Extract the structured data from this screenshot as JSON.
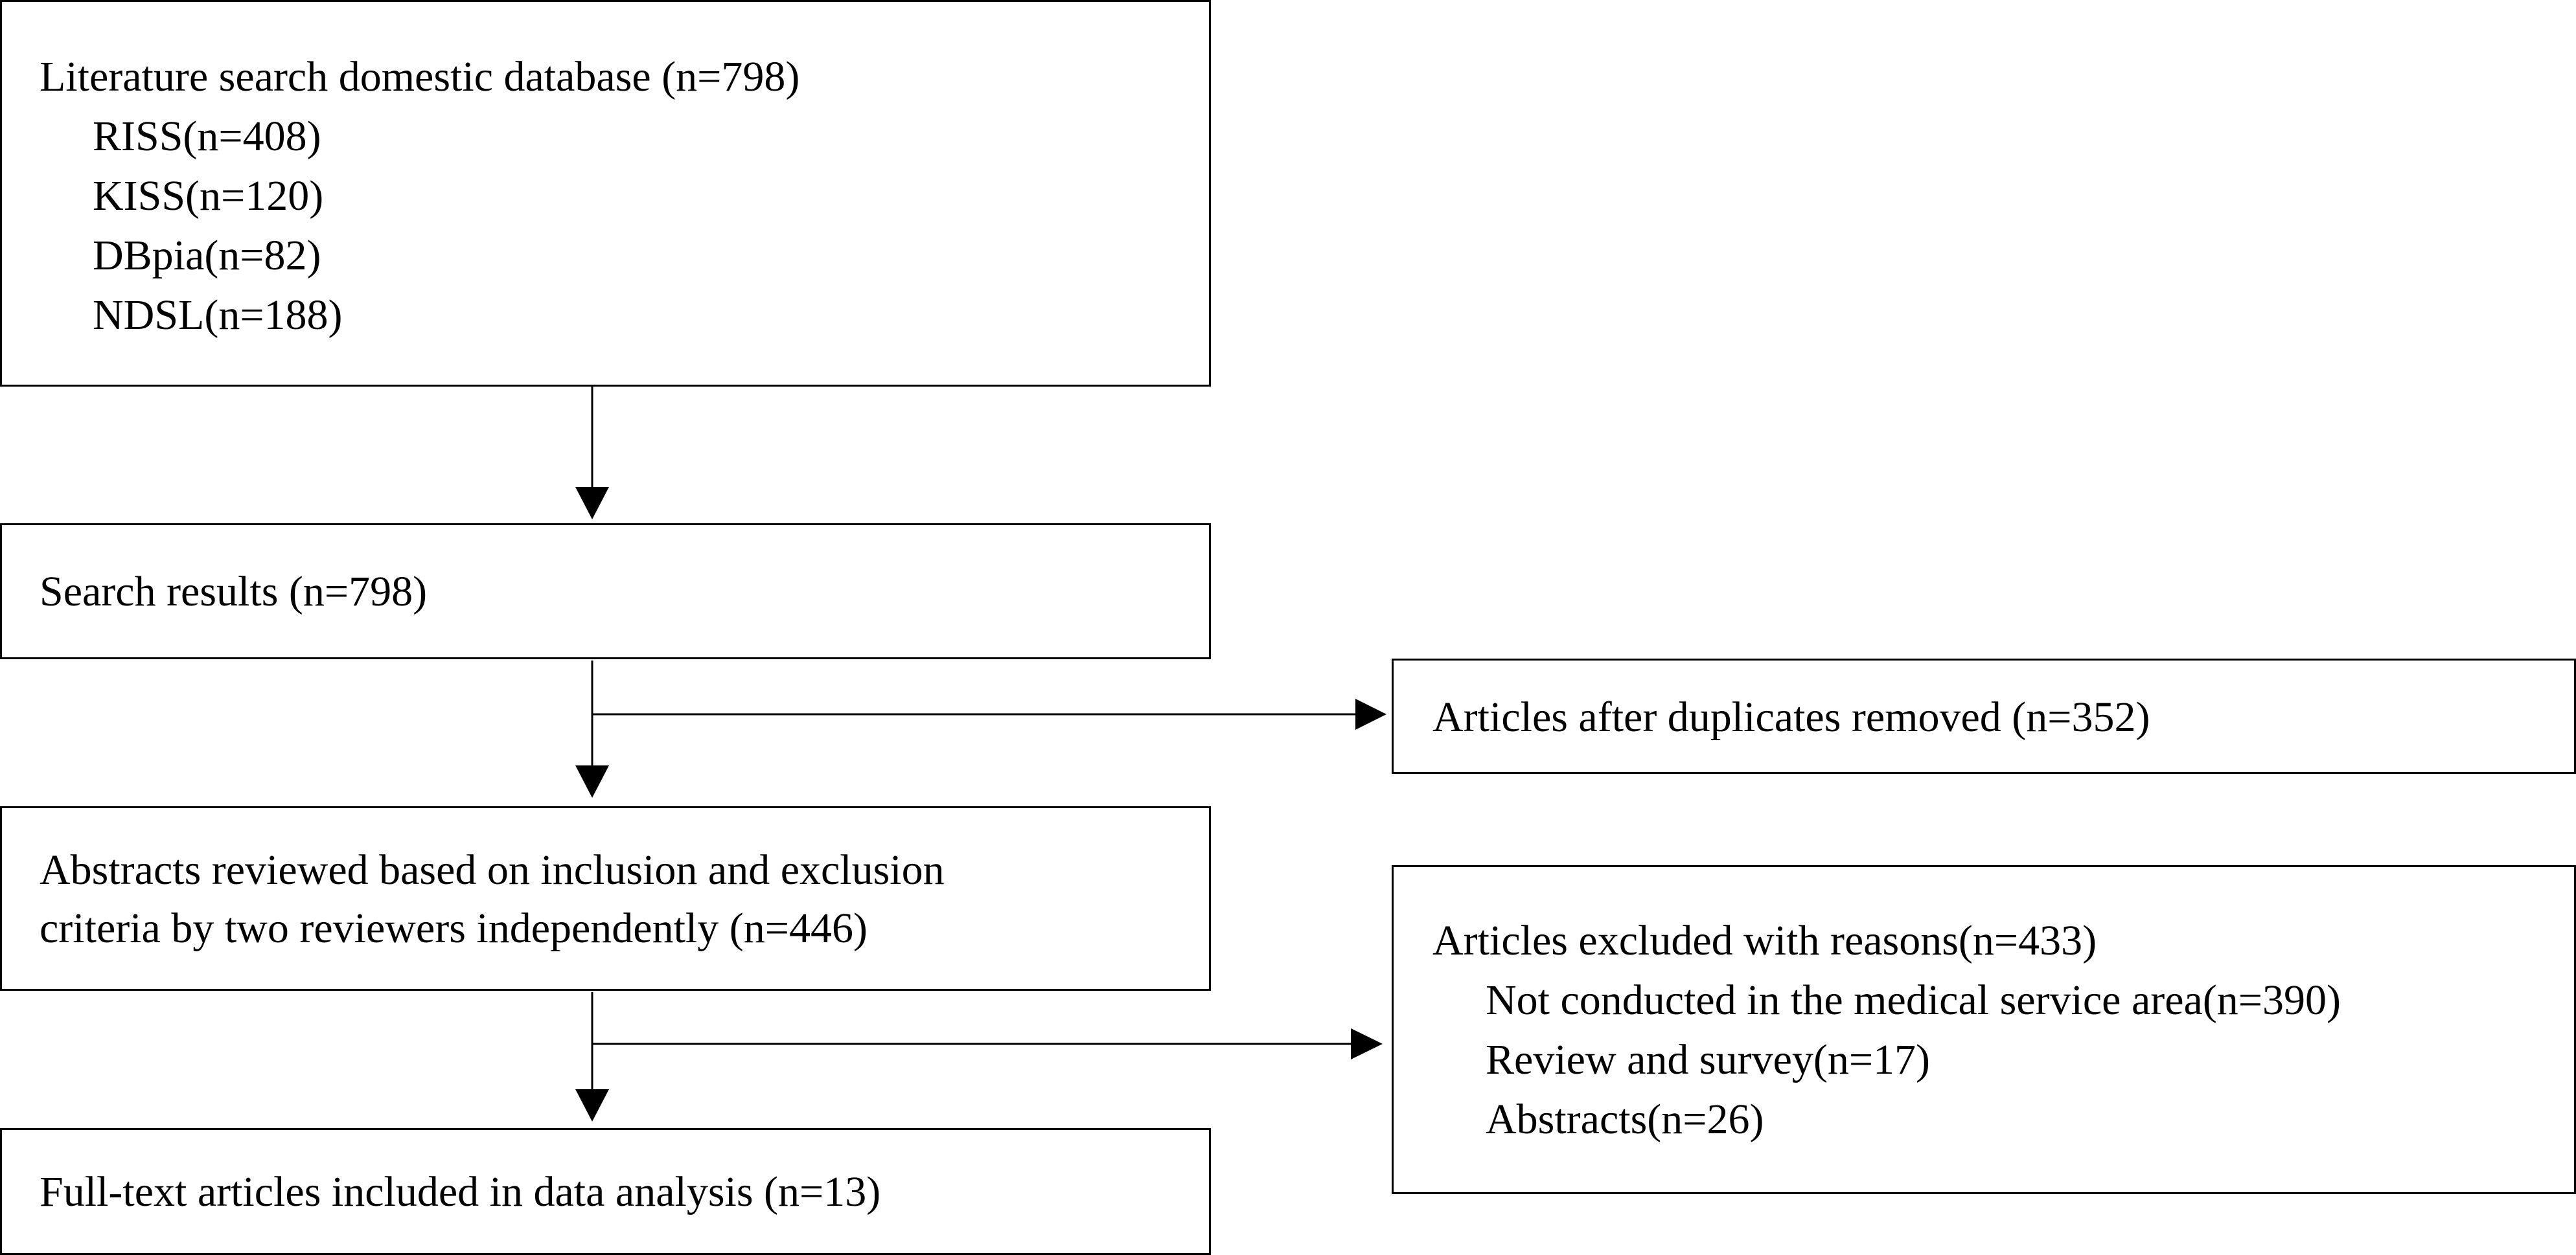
{
  "boxes": {
    "search": {
      "title": "Literature search domestic database (n=798)",
      "items": [
        "RISS(n=408)",
        "KISS(n=120)",
        "DBpia(n=82)",
        "NDSL(n=188)"
      ]
    },
    "results": {
      "title": "Search results (n=798)"
    },
    "duplicates": {
      "title": "Articles after duplicates removed (n=352)"
    },
    "abstracts": {
      "lines": [
        "Abstracts reviewed based on inclusion and exclusion",
        "criteria by two reviewers independently (n=446)"
      ]
    },
    "excluded": {
      "title": "Articles excluded with reasons(n=433)",
      "items": [
        "Not conducted in the medical service area(n=390)",
        "Review and survey(n=17)",
        "Abstracts(n=26)"
      ]
    },
    "included": {
      "title": "Full-text articles included in data analysis (n=13)"
    }
  }
}
